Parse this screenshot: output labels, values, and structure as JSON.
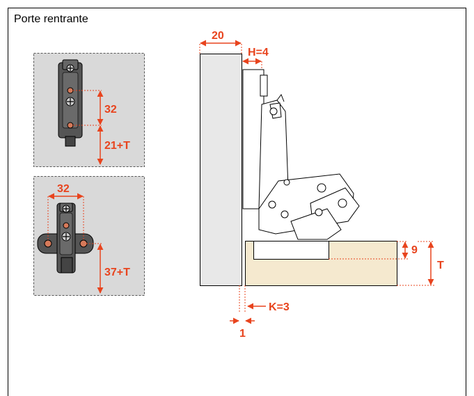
{
  "title": "Porte rentrante",
  "colors": {
    "accent": "#e8441e",
    "panel": "#d9d9d9",
    "door": "#e8e8e8",
    "wood": "#f5e9cf",
    "metal": "#555555",
    "outline": "#000000"
  },
  "icons": [
    "screw-icon",
    "hinge-icon",
    "mounting-plate-icon"
  ],
  "labels": {
    "top_plate_spacing": "32",
    "top_plate_offset": "21+T",
    "bottom_plate_spacing": "32",
    "bottom_plate_offset": "37+T",
    "door_thickness": "20",
    "h": "H=4",
    "k": "K=3",
    "gap": "1",
    "cup_depth": "9",
    "thickness": "T"
  }
}
